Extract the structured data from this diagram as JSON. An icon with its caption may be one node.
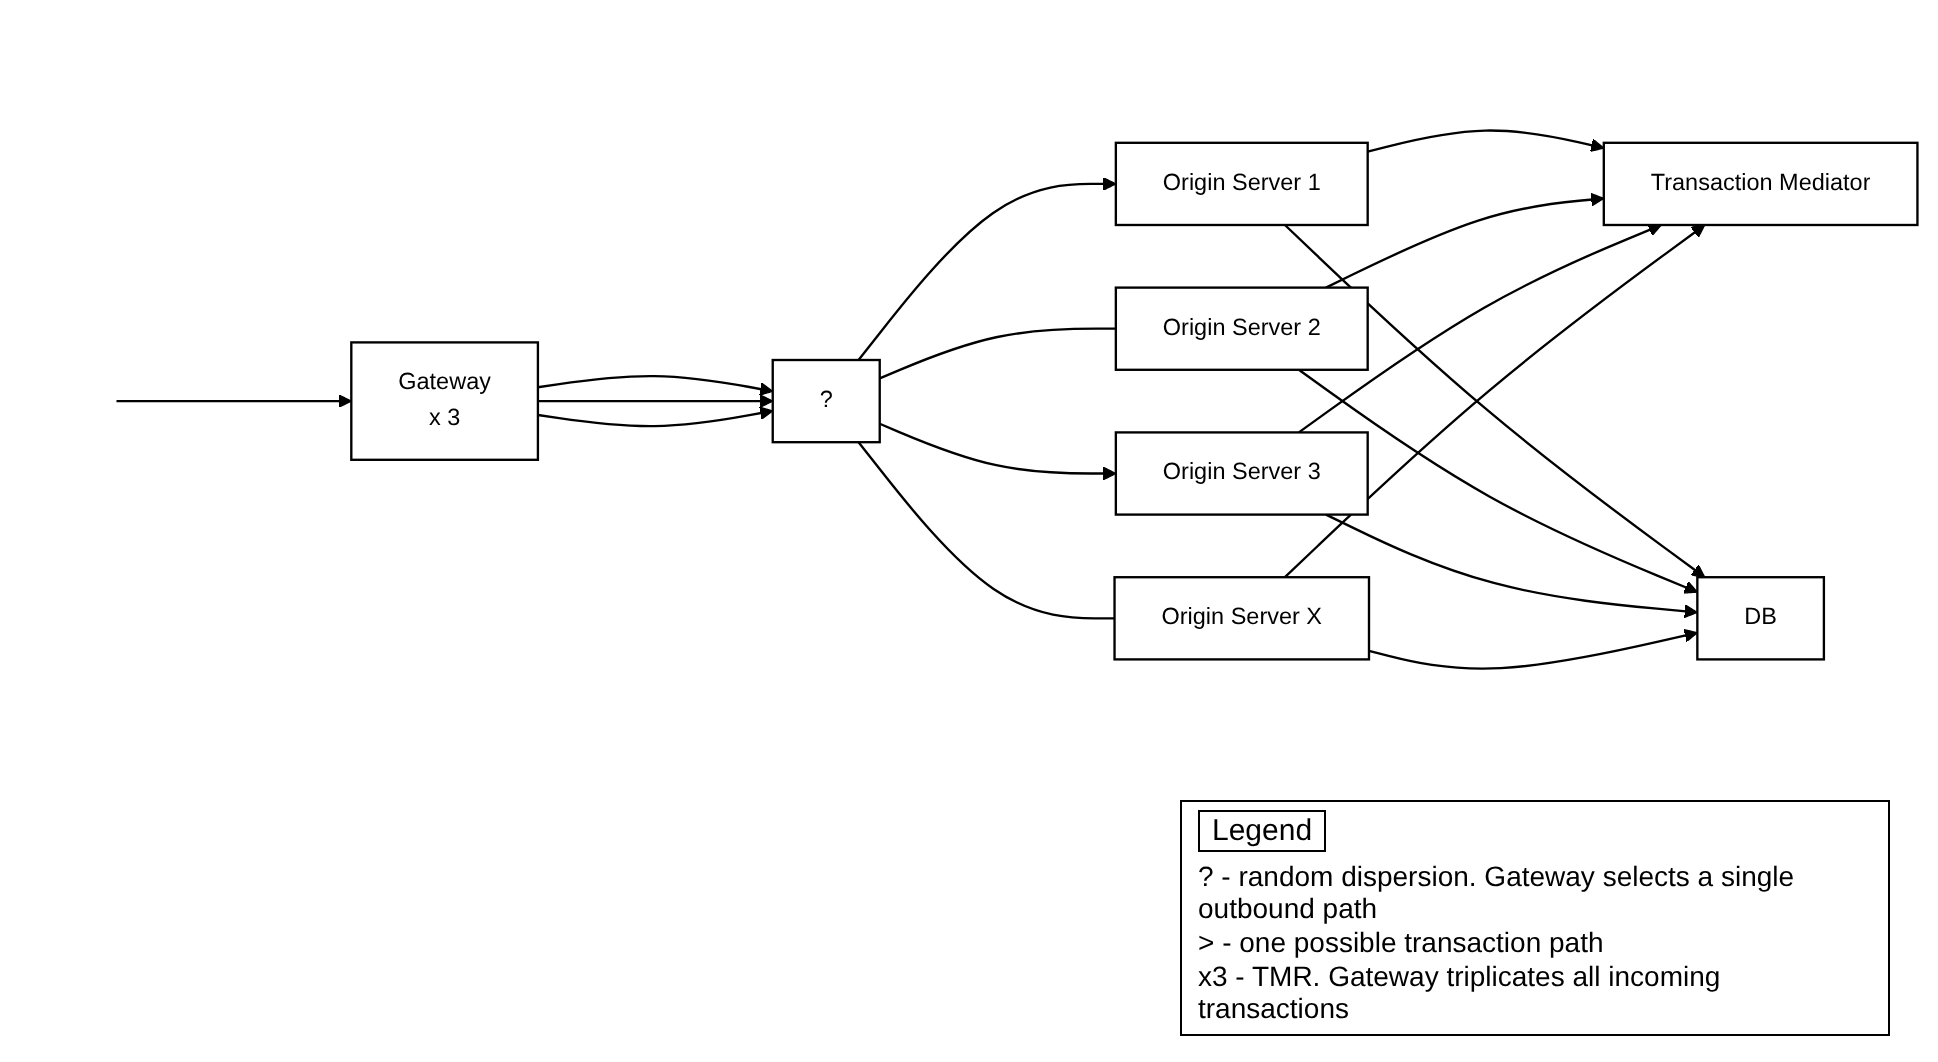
{
  "diagram": {
    "nodes": [
      {
        "text": [
          "Gateway",
          "x 3"
        ]
      },
      {
        "text": [
          "?"
        ]
      },
      {
        "text": [
          "Origin Server 1"
        ]
      },
      {
        "text": [
          "Origin Server 2"
        ]
      },
      {
        "text": [
          "Origin Server 3"
        ]
      },
      {
        "text": [
          "Origin Server X"
        ]
      },
      {
        "text": [
          "Transaction Mediator"
        ]
      },
      {
        "text": [
          "DB"
        ]
      }
    ],
    "edges": [
      {
        "from": null,
        "to": 0,
        "arrow": "to"
      },
      {
        "from": 0,
        "to": 1,
        "arrow": "to"
      },
      {
        "from": 0,
        "to": 1,
        "arrow": "to"
      },
      {
        "from": 0,
        "to": 1,
        "arrow": "to"
      },
      {
        "from": 1,
        "to": 2,
        "arrow": "to"
      },
      {
        "from": 1,
        "to": 3,
        "arrow": "none"
      },
      {
        "from": 1,
        "to": 4,
        "arrow": "to"
      },
      {
        "from": 1,
        "to": 5,
        "arrow": "none"
      },
      {
        "from": 2,
        "to": 6,
        "arrow": "to"
      },
      {
        "from": 3,
        "to": 6,
        "arrow": "to"
      },
      {
        "from": 4,
        "to": 6,
        "arrow": "to"
      },
      {
        "from": 5,
        "to": 6,
        "arrow": "to"
      },
      {
        "from": 2,
        "to": 7,
        "arrow": "to"
      },
      {
        "from": 3,
        "to": 7,
        "arrow": "to"
      },
      {
        "from": 4,
        "to": 7,
        "arrow": "to"
      },
      {
        "from": 5,
        "to": 7,
        "arrow": "to"
      }
    ],
    "labels": [
      "Legend"
    ],
    "legend": [
      {
        "text": "? - random dispersion. Gateway selects a single outbound path"
      },
      {
        "text": "> - one possible transaction path"
      },
      {
        "text": "x3 - TMR. Gateway triplicates all incoming transactions"
      }
    ]
  }
}
